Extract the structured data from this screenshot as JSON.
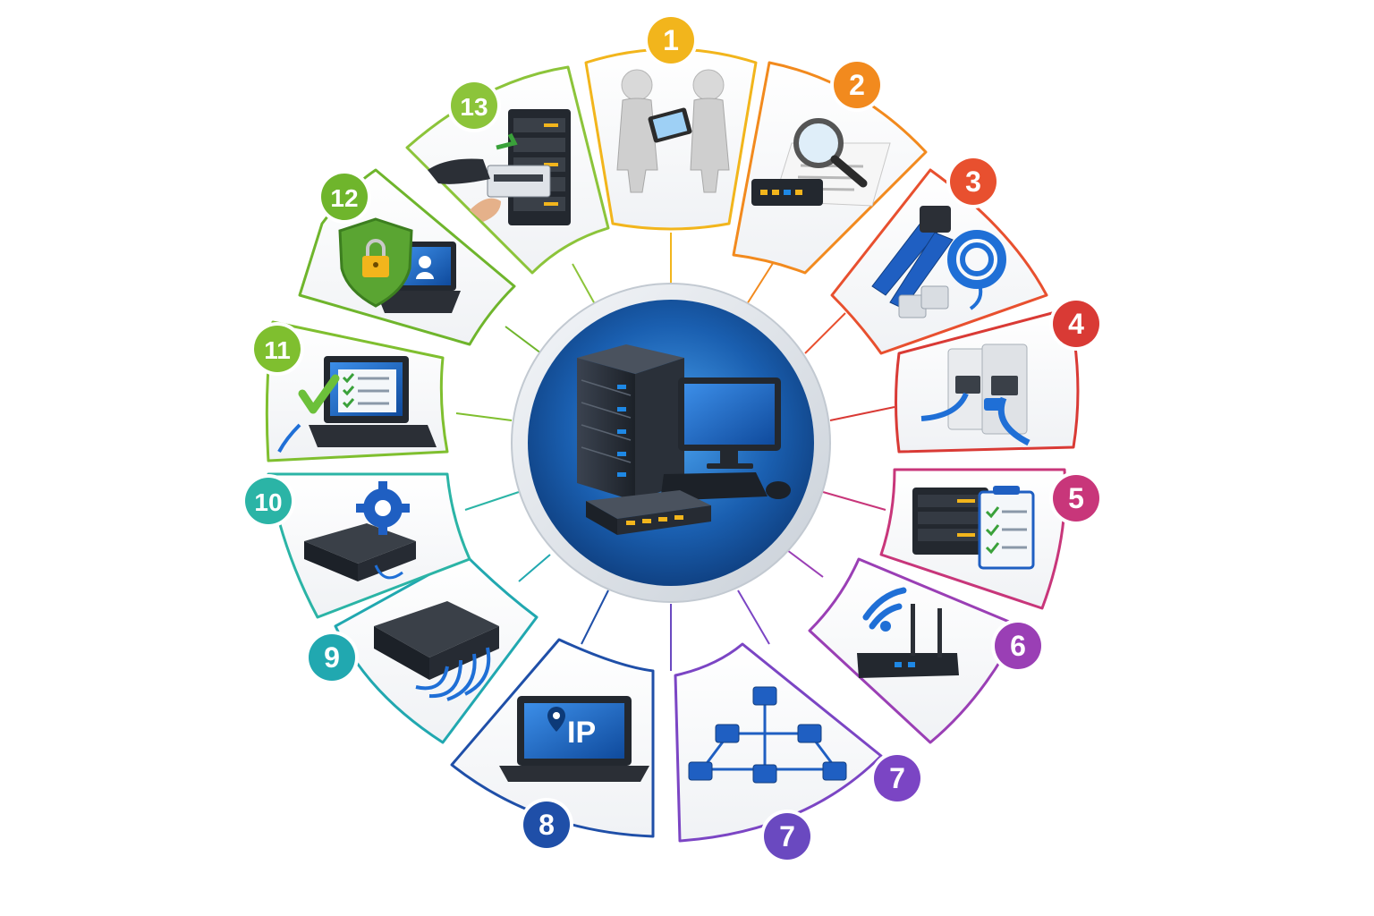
{
  "steps": [
    {
      "label": "1",
      "color": "#f2b51c",
      "icon": "handshake-clipboard-icon"
    },
    {
      "label": "2",
      "color": "#f28a1e",
      "icon": "switch-inspect-magnifier-icon"
    },
    {
      "label": "3",
      "color": "#e8502f",
      "icon": "crimping-tool-cable-icon"
    },
    {
      "label": "4",
      "color": "#d93a35",
      "icon": "wall-port-cable-icon"
    },
    {
      "label": "5",
      "color": "#c8367a",
      "icon": "rack-checklist-icon"
    },
    {
      "label": "6",
      "color": "#9a3fb5",
      "icon": "wifi-router-icon"
    },
    {
      "label": "7",
      "color": "#7b45c4",
      "icon": "network-topology-icon"
    },
    {
      "label": "7",
      "color": "#6a49c0",
      "icon": "network-topology-badge"
    },
    {
      "label": "8",
      "color": "#1f4fa8",
      "icon": "laptop-ip-icon",
      "text": "IP"
    },
    {
      "label": "9",
      "color": "#21a8b0",
      "icon": "switch-patch-cables-icon"
    },
    {
      "label": "10",
      "color": "#2bb4a6",
      "icon": "switch-gear-icon"
    },
    {
      "label": "11",
      "color": "#7fbf2f",
      "icon": "laptop-checklist-icon"
    },
    {
      "label": "12",
      "color": "#6fb52c",
      "icon": "shield-lock-laptop-icon"
    },
    {
      "label": "13",
      "color": "#8cc43a",
      "icon": "server-rack-install-icon"
    }
  ],
  "center": {
    "icon": "server-computer-switch-icon",
    "ring_color": "#1e63b4"
  }
}
